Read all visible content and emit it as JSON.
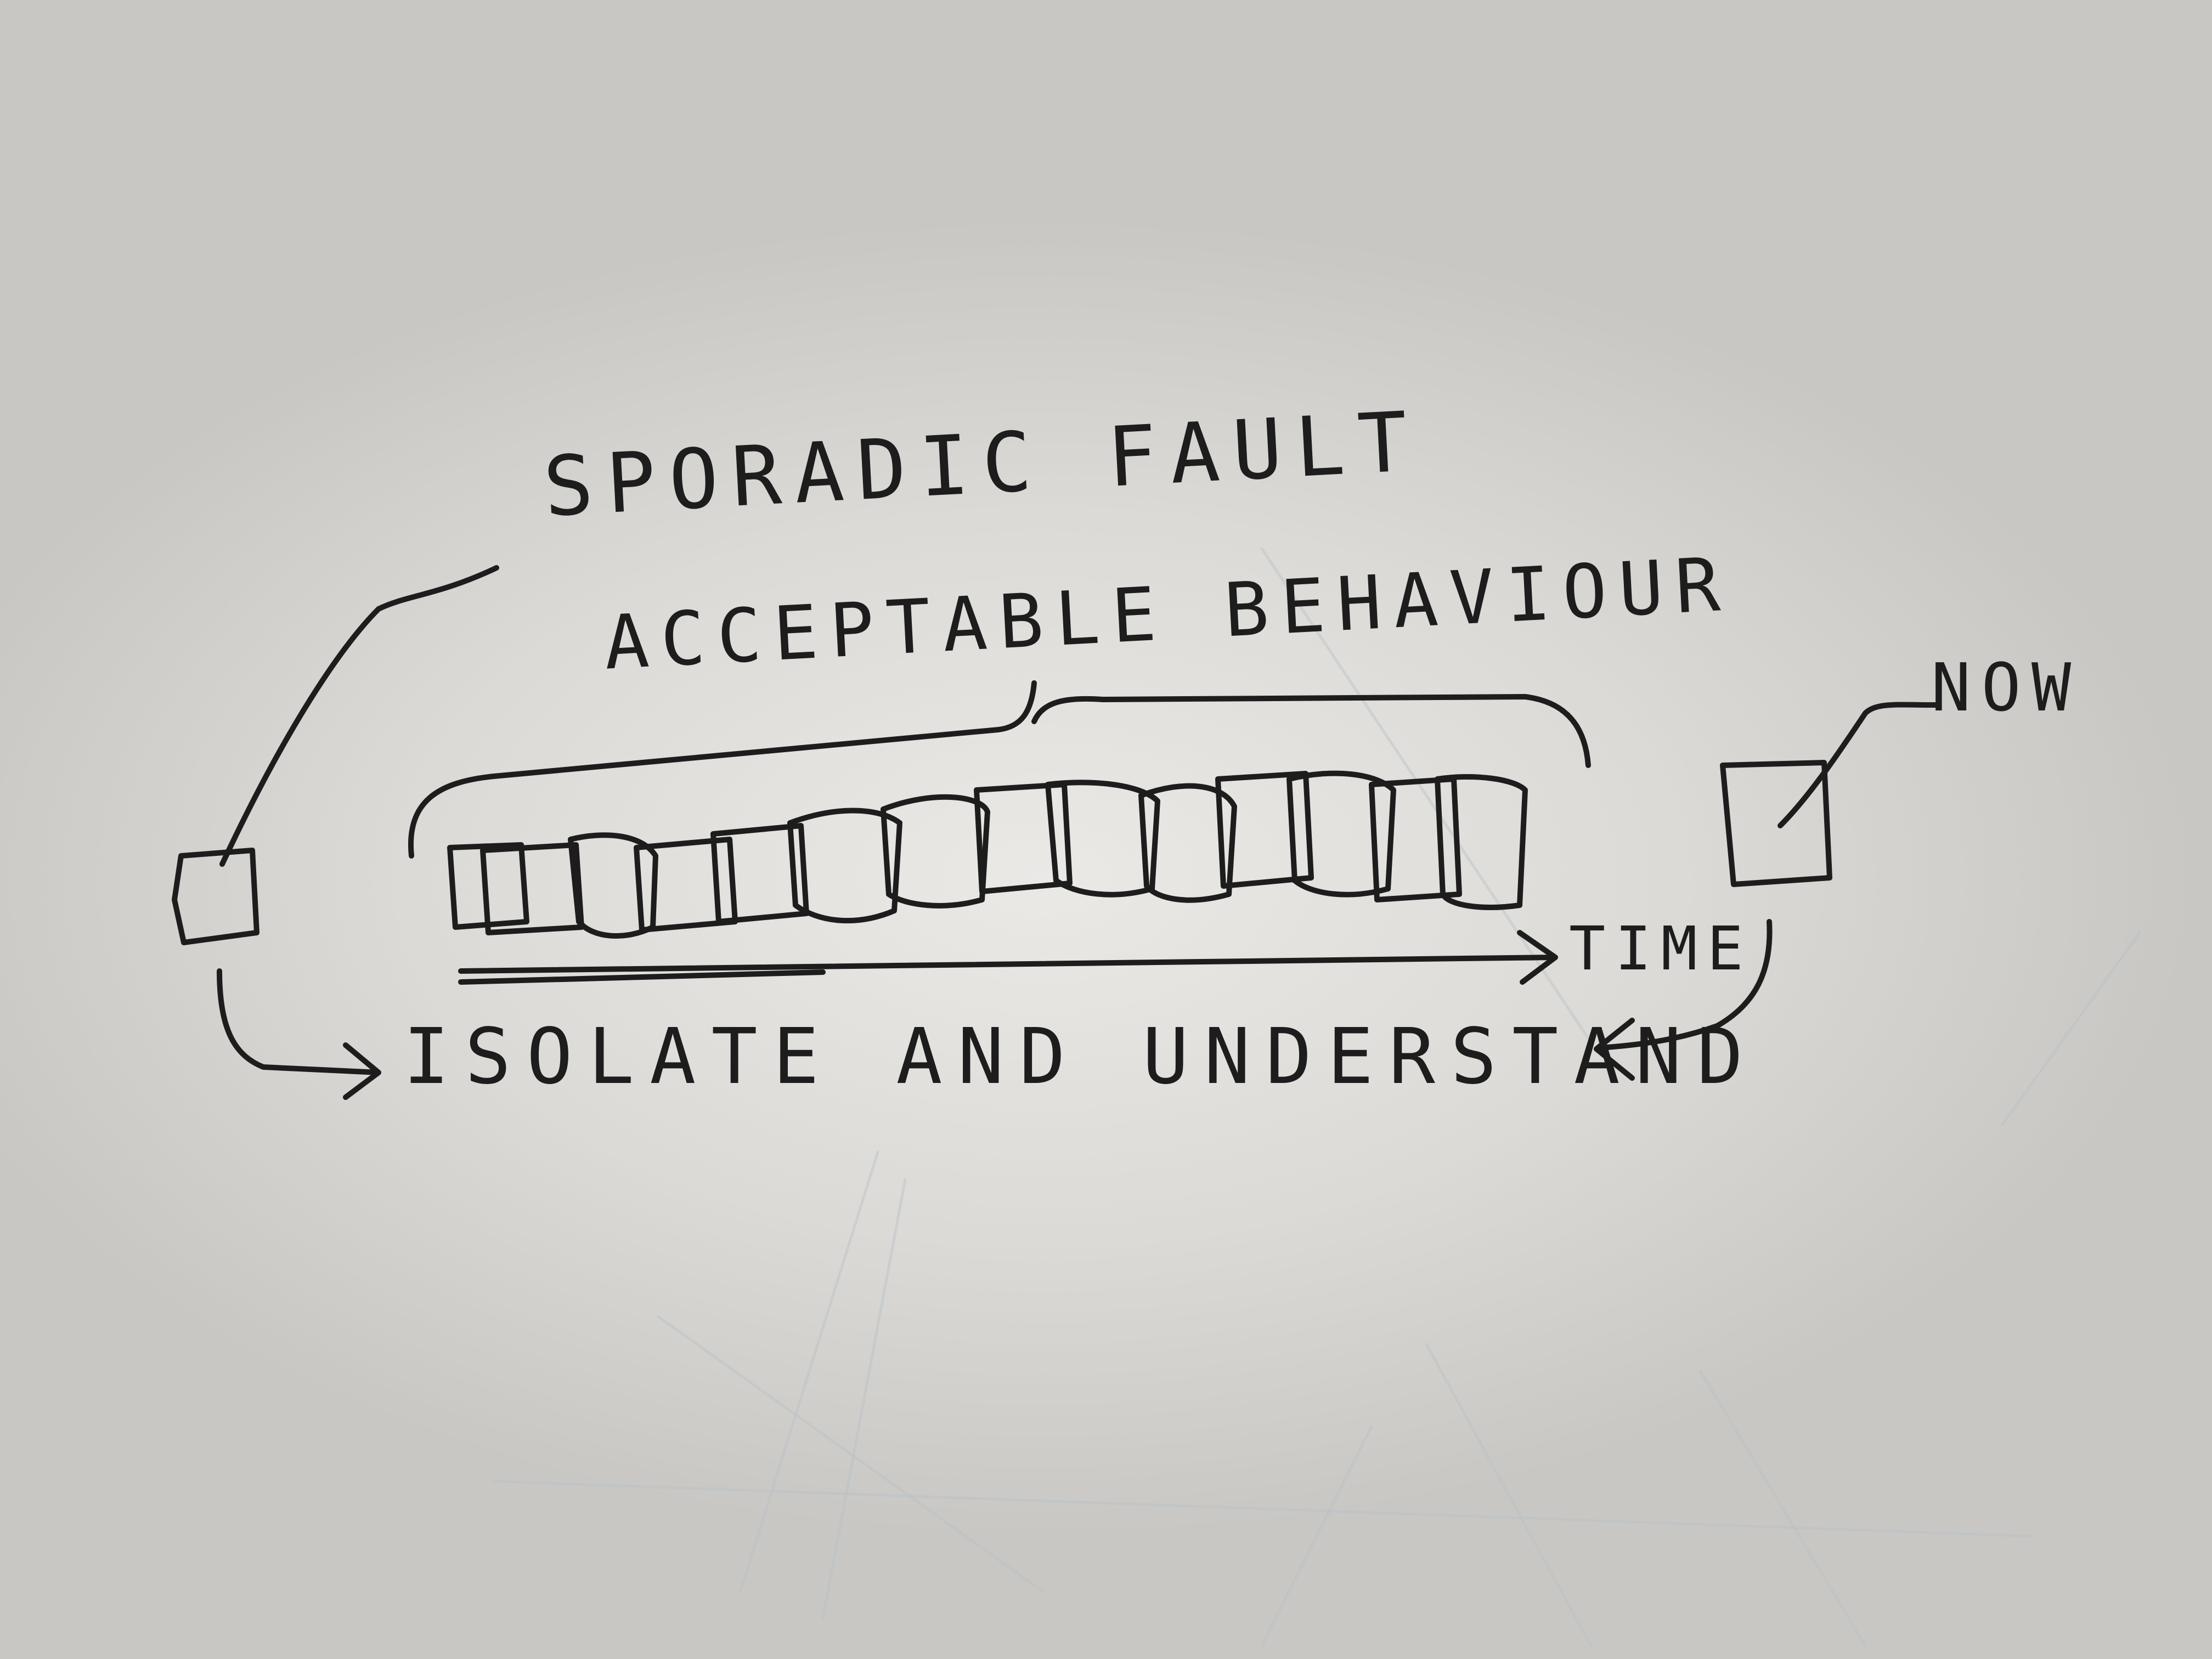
{
  "diagram": {
    "labels": {
      "sporadic_fault": "SPORADIC FAULT",
      "acceptable_behaviour": "ACCEPTABLE BEHAVIOUR",
      "now": "NOW",
      "time": "TIME",
      "isolate_and_understand": "ISOLATE AND UNDERSTAND"
    },
    "colors": {
      "ink": "#1d1d1d",
      "whiteboard": "#dcdad6",
      "ghost_marks": "#b9c2c8"
    }
  }
}
